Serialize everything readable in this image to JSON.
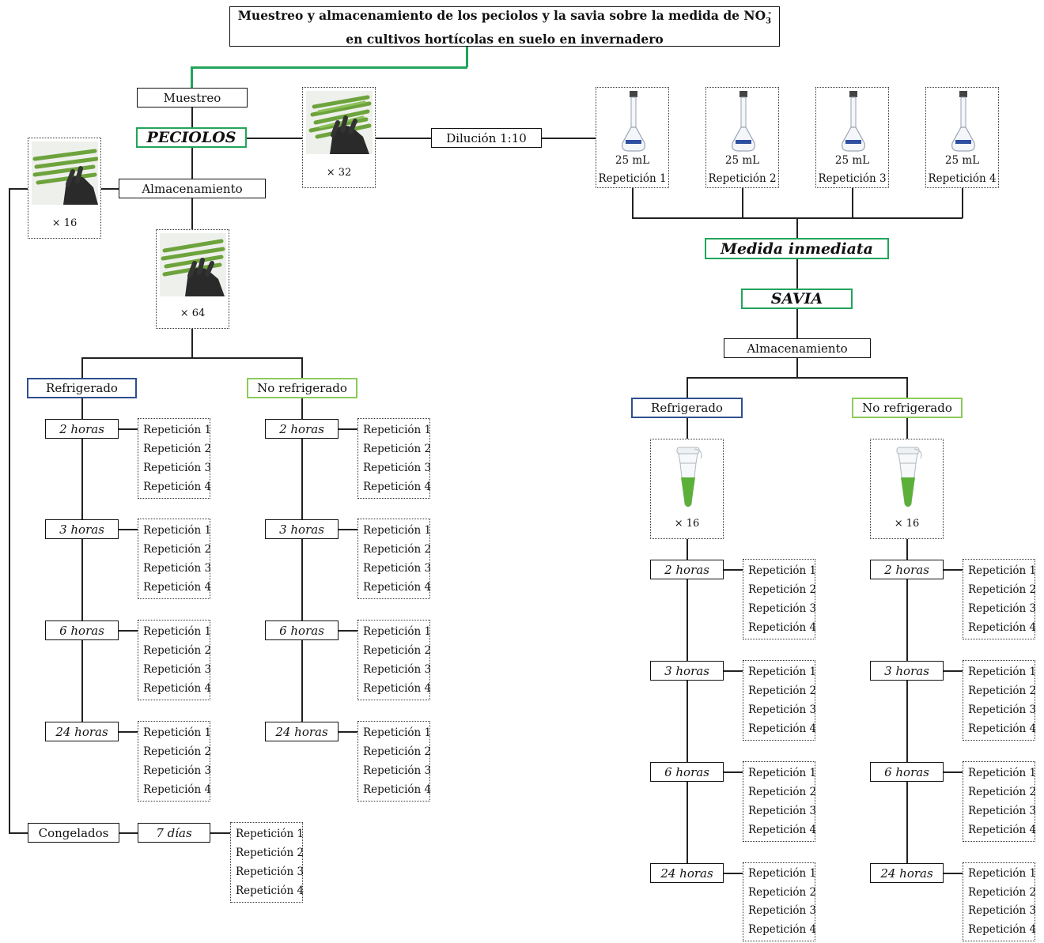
{
  "title": {
    "line1": "Muestreo y almacenamiento de los peciolos y la savia sobre la medida de NO",
    "sub": "3",
    "sup": "-",
    "line2": "en cultivos hortícolas en suelo en invernadero"
  },
  "muestreo": "Muestreo",
  "peciolos": "PECIOLOS",
  "almacenamiento": "Almacenamiento",
  "dilucion": "Dilución 1:10",
  "medida_inmediata": "Medida inmediata",
  "savia": "SAVIA",
  "refrigerado": "Refrigerado",
  "no_refrigerado": "No refrigerado",
  "congelados": "Congelados",
  "dias7": "7 días",
  "counts": {
    "x16": "× 16",
    "x32": "× 32",
    "x64": "× 64"
  },
  "volume": "25 mL",
  "flask_reps": [
    "Repetición 1",
    "Repetición 2",
    "Repetición 3",
    "Repetición 4"
  ],
  "times": [
    "2 horas",
    "3 horas",
    "6 horas",
    "24 horas"
  ],
  "reps": [
    "Repetición 1",
    "Repetición 2",
    "Repetición 3",
    "Repetición 4"
  ]
}
